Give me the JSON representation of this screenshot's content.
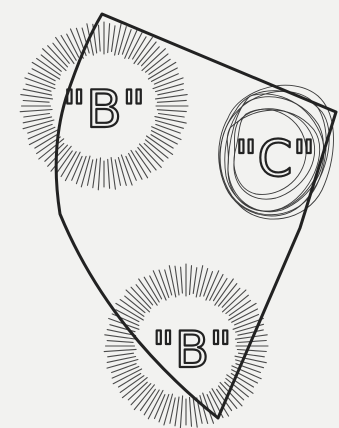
{
  "regions": [
    {
      "id": "top-left",
      "label": "\"B\"",
      "style": "rays"
    },
    {
      "id": "right",
      "label": "\"C\"",
      "style": "scribble"
    },
    {
      "id": "bottom",
      "label": "\"B\"",
      "style": "rays"
    }
  ],
  "colors": {
    "background": "#f2f2f0",
    "ink": "#222222"
  }
}
